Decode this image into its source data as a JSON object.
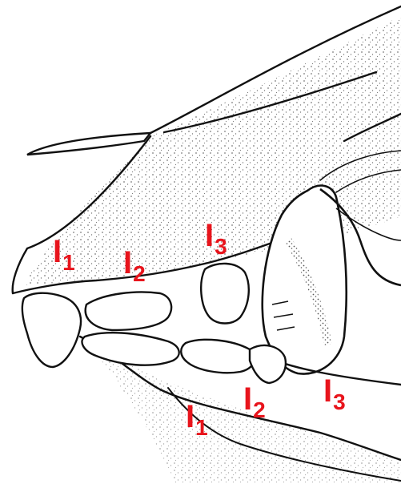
{
  "colors": {
    "label": "#e8141c",
    "ink": "#111111",
    "background": "#ffffff"
  },
  "labels": {
    "upper_1": {
      "letter": "I",
      "number": "1"
    },
    "upper_2": {
      "letter": "I",
      "number": "2"
    },
    "upper_3": {
      "letter": "I",
      "number": "3"
    },
    "lower_1": {
      "letter": "I",
      "number": "1"
    },
    "lower_2": {
      "letter": "I",
      "number": "2"
    },
    "lower_3": {
      "letter": "I",
      "number": "3"
    }
  }
}
